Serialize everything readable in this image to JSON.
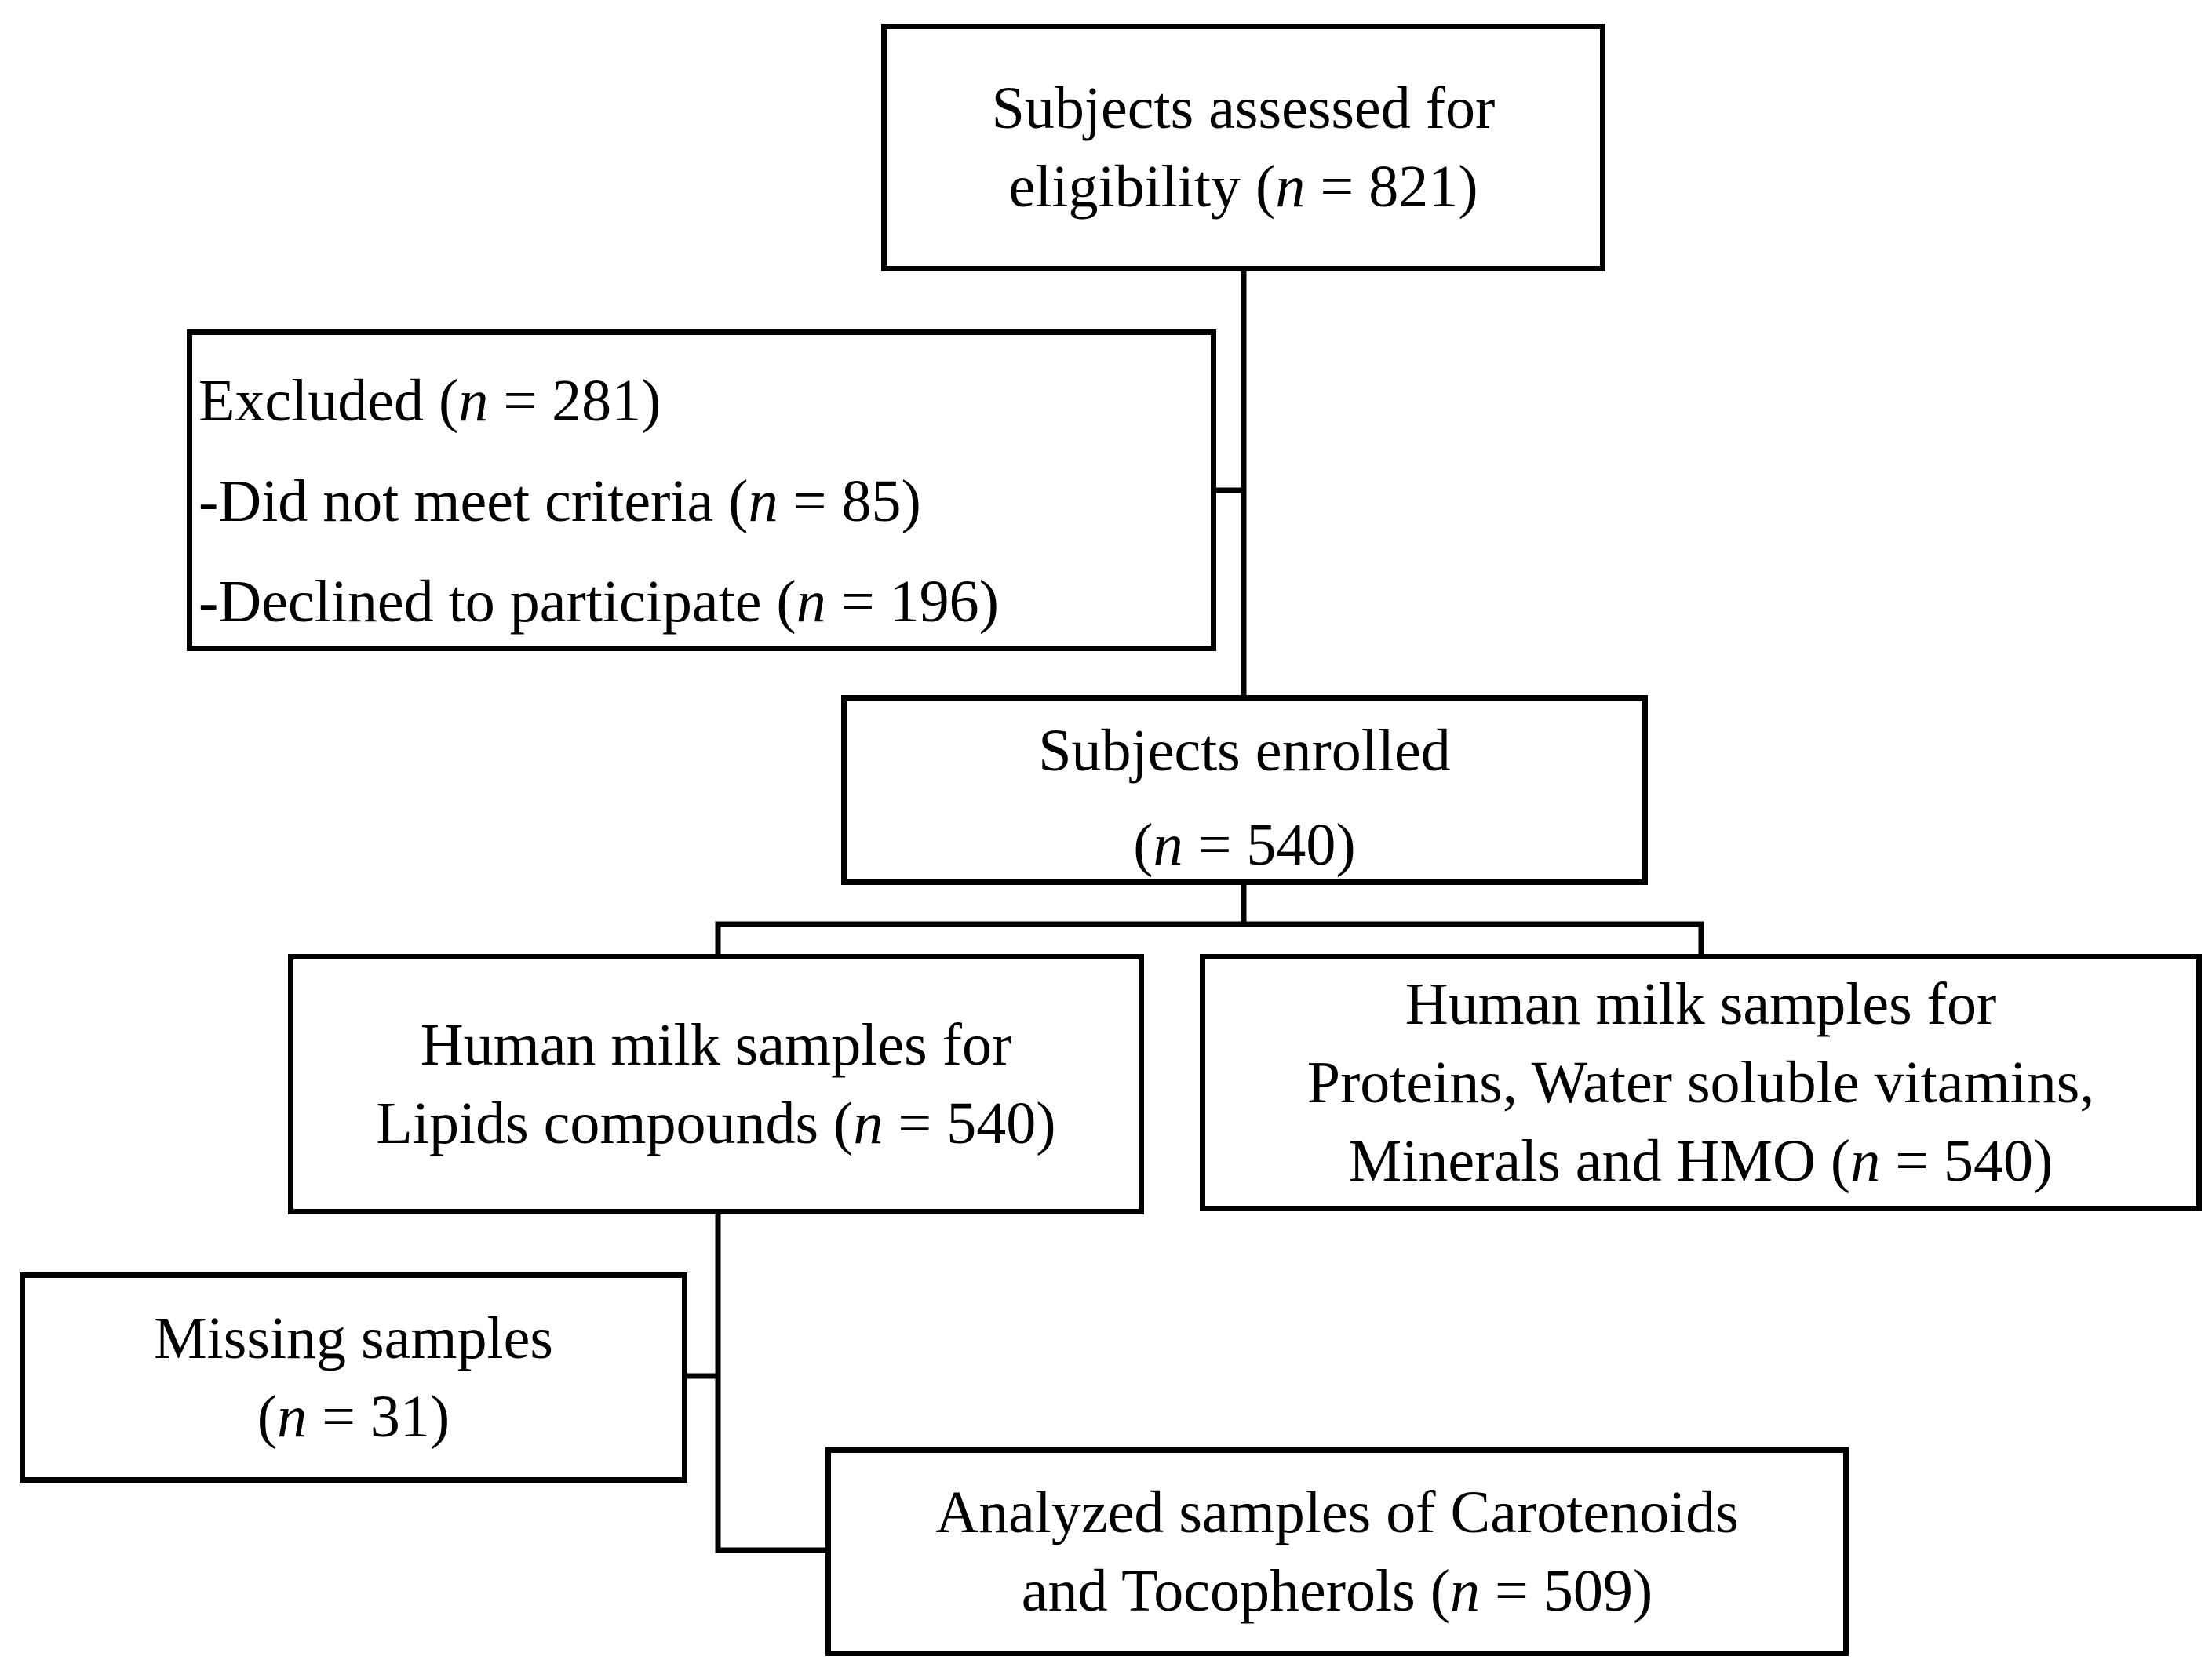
{
  "nodes": {
    "assessed": {
      "lines": [
        {
          "pre": "Subjects assessed for",
          "n": "",
          "post": ""
        },
        {
          "pre": "eligibility (",
          "n": "n",
          "post": " = 821)"
        }
      ]
    },
    "excluded": {
      "lines": [
        {
          "pre": "Excluded (",
          "n": "n",
          "post": " = 281)"
        },
        {
          "pre": "-Did not meet criteria (",
          "n": "n",
          "post": " = 85)"
        },
        {
          "pre": "-Declined to participate (",
          "n": "n",
          "post": " = 196)"
        }
      ]
    },
    "enrolled": {
      "lines": [
        {
          "pre": "Subjects enrolled",
          "n": "",
          "post": ""
        },
        {
          "pre": "(",
          "n": "n",
          "post": " = 540)"
        }
      ]
    },
    "lipids": {
      "lines": [
        {
          "pre": "Human milk samples for",
          "n": "",
          "post": ""
        },
        {
          "pre": "Lipids compounds (",
          "n": "n",
          "post": " = 540)"
        }
      ]
    },
    "proteins": {
      "lines": [
        {
          "pre": "Human milk samples for",
          "n": "",
          "post": ""
        },
        {
          "pre": "Proteins, Water soluble vitamins,",
          "n": "",
          "post": ""
        },
        {
          "pre": "Minerals and HMO (",
          "n": "n",
          "post": " = 540)"
        }
      ]
    },
    "missing": {
      "lines": [
        {
          "pre": "Missing samples",
          "n": "",
          "post": ""
        },
        {
          "pre": "(",
          "n": "n",
          "post": " = 31)"
        }
      ]
    },
    "analyzed": {
      "lines": [
        {
          "pre": "Analyzed samples of Carotenoids",
          "n": "",
          "post": ""
        },
        {
          "pre": "and Tocopherols  (",
          "n": "n",
          "post": " = 509)"
        }
      ]
    }
  }
}
